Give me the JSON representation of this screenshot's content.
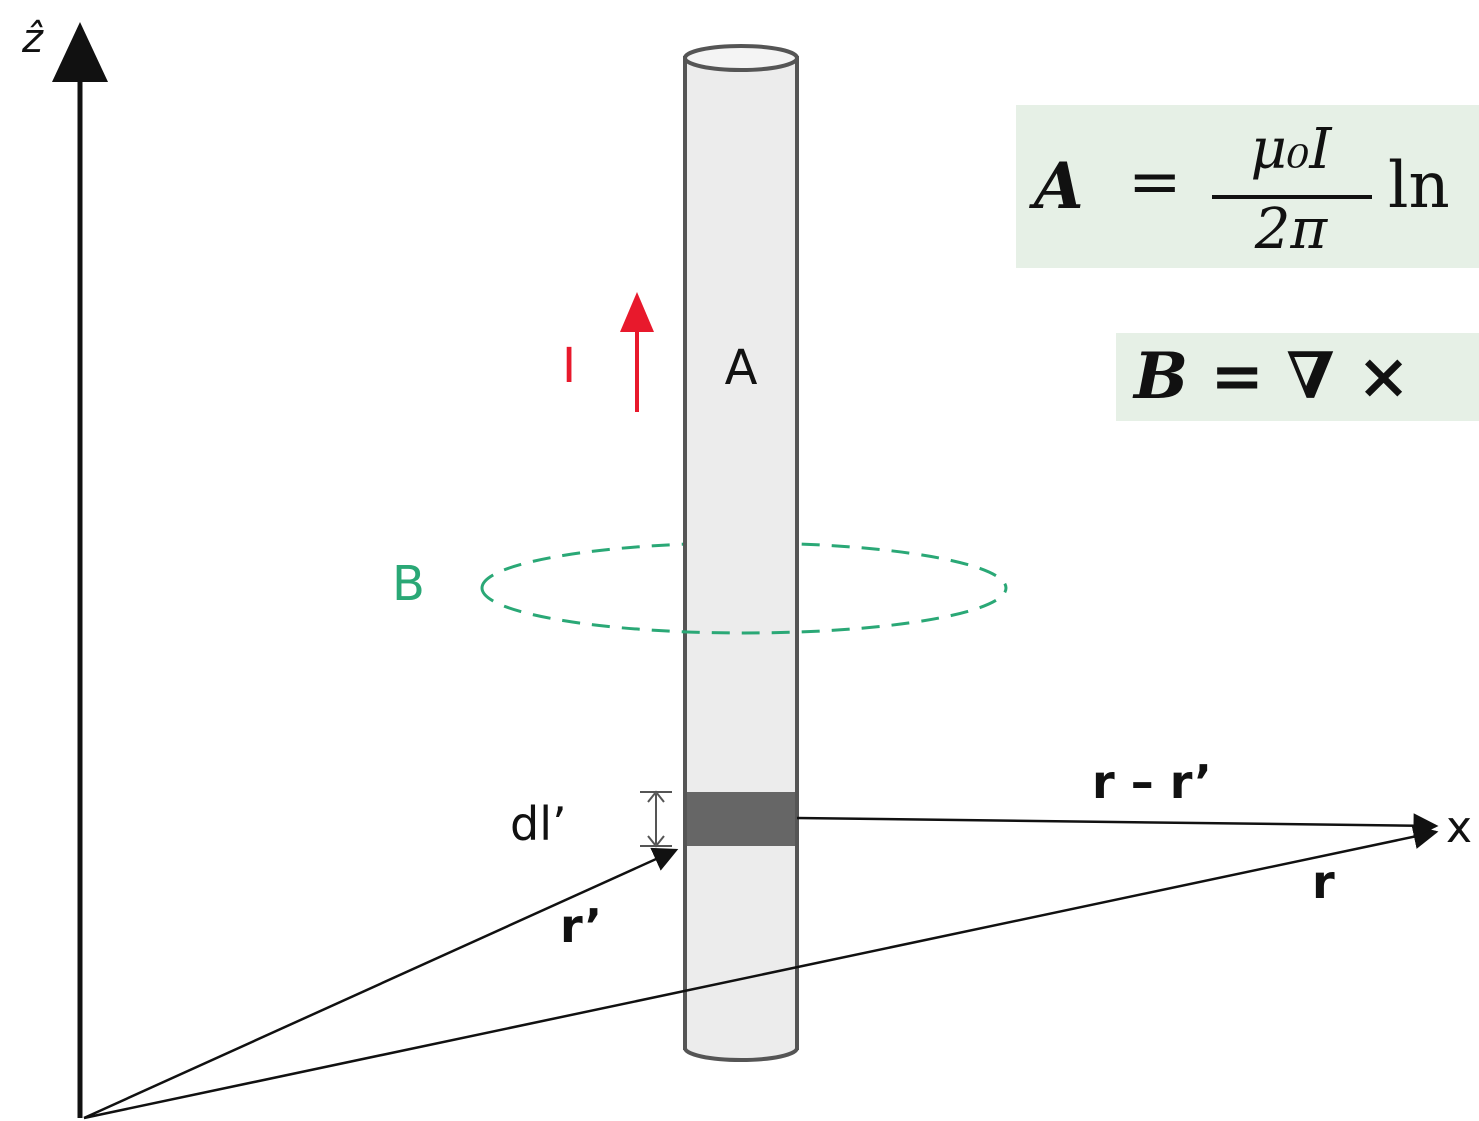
{
  "axis": {
    "z_label": "ẑ",
    "x_label": "x"
  },
  "wire": {
    "label": "A"
  },
  "current": {
    "label": "I",
    "color": "#e8192c"
  },
  "field_loop": {
    "label": "B",
    "color": "#2aa876"
  },
  "vectors": {
    "dl_label": "dl’",
    "r_prime_label": "r’",
    "r_label": "r",
    "r_minus_r_prime_label": "r – r’"
  },
  "equations": {
    "a_lhs": "A",
    "a_equals": "=",
    "a_numerator": "μ₀I",
    "a_denominator": "2π",
    "a_ln": "ln",
    "b_text": "B = ∇ ×"
  }
}
